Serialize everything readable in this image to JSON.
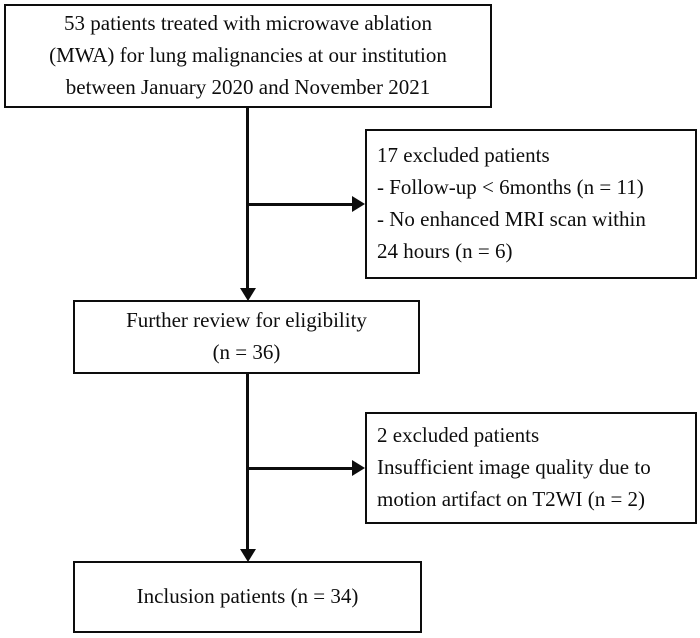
{
  "diagram": {
    "type": "flowchart",
    "background_color": "#ffffff",
    "line_color": "#0d0d0d",
    "boxes": {
      "initial_cohort": {
        "text": "53 patients treated with microwave ablation\n(MWA) for lung malignancies at our institution\nbetween January 2020 and November 2021",
        "n": 53
      },
      "excluded_first": {
        "text": "17 excluded patients\n- Follow-up < 6months (n = 11)\n- No enhanced MRI scan within\n24 hours (n = 6)",
        "n": 17
      },
      "eligibility_review": {
        "text": "Further review for eligibility\n(n = 36)",
        "n": 36
      },
      "excluded_second": {
        "text": "2 excluded patients\nInsufficient image quality due to\nmotion artifact on T2WI (n = 2)",
        "n": 2
      },
      "inclusion": {
        "text": "Inclusion patients (n = 34)",
        "n": 34
      }
    }
  }
}
